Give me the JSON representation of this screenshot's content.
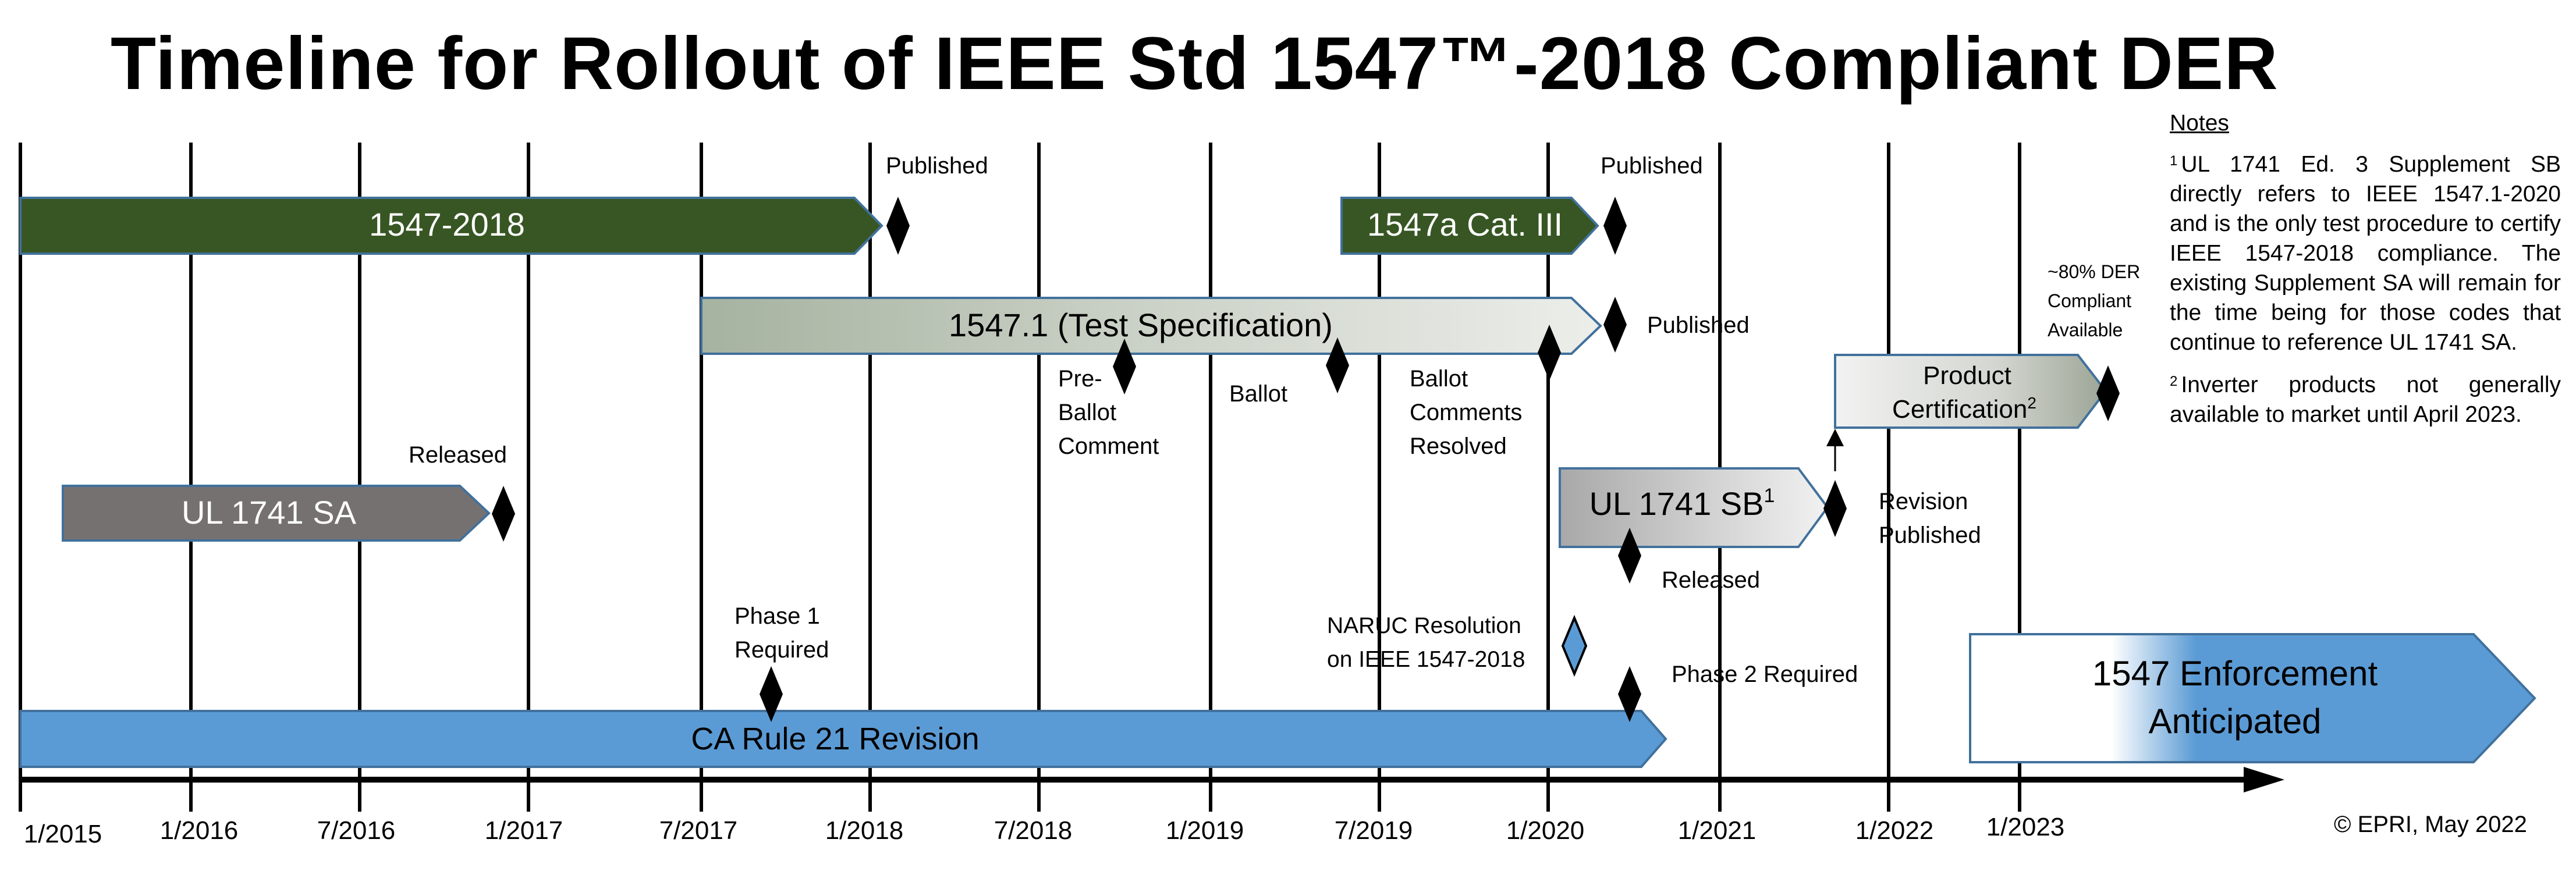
{
  "title": "Timeline for Rollout of IEEE Std 1547™-2018 Compliant DER",
  "axis": {
    "ticks": [
      "1/2015",
      "1/2016",
      "7/2016",
      "1/2017",
      "7/2017",
      "1/2018",
      "7/2018",
      "1/2019",
      "7/2019",
      "1/2020",
      "1/2021",
      "1/2022",
      "1/2023"
    ]
  },
  "bars": {
    "std_1547_2018": "1547-2018",
    "std_1547a": "1547a Cat. III",
    "std_1547_1": "1547.1 (Test Specification)",
    "ul1741sa": "UL 1741 SA",
    "ul1741sb": "UL 1741 SB",
    "ul1741sb_sup": "1",
    "product_cert_line1": "Product",
    "product_cert_line2": "Certification",
    "product_cert_sup": "2",
    "ca_rule21": "CA Rule 21 Revision",
    "enforcement_line1": "1547 Enforcement",
    "enforcement_line2": "Anticipated"
  },
  "milestones": {
    "published_1547": "Published",
    "published_1547a": "Published",
    "published_1547_1": "Published",
    "pre_ballot_line1": "Pre-",
    "pre_ballot_line2": "Ballot",
    "pre_ballot_line3": "Comment",
    "ballot": "Ballot",
    "ballot_resolved_line1": "Ballot",
    "ballot_resolved_line2": "Comments",
    "ballot_resolved_line3": "Resolved",
    "ul1741sa_released": "Released",
    "ul1741sb_released": "Released",
    "revision_published_line1": "Revision",
    "revision_published_line2": "Published",
    "phase1_line1": "Phase 1",
    "phase1_line2": "Required",
    "phase2": "Phase 2 Required",
    "naruc_line1": "NARUC Resolution",
    "naruc_line2": "on IEEE 1547-2018",
    "der80_line1": "~80% DER",
    "der80_line2": "Compliant",
    "der80_line3": "Available"
  },
  "notes": {
    "heading": "Notes",
    "note1_marker": "1",
    "note1": "UL 1741 Ed. 3 Supplement SB directly refers to IEEE 1547.1-2020 and is the only test procedure to certify IEEE 1547-2018 compliance. The existing Supplement SA will remain for the time being for those codes that continue to reference UL 1741 SA.",
    "note2_marker": "2",
    "note2": "Inverter products not generally available to market until April 2023."
  },
  "copyright": "© EPRI, May 2022",
  "colors": {
    "dark_green": "#375623",
    "blue": "#5B9BD5",
    "grey": "#767171",
    "border_blue": "#41719C",
    "diamond": "#000000"
  }
}
